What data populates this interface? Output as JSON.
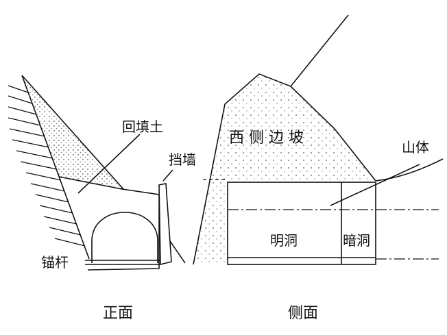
{
  "labels": {
    "backfill": "回填土",
    "retaining_wall": "挡墙",
    "west_slope": "西 侧 边 坡",
    "mountain": "山体",
    "open_cut_tunnel": "明洞",
    "concealed_tunnel": "暗洞",
    "anchor_bolt": "锚杆",
    "front_view": "正面",
    "side_view": "侧面"
  },
  "colors": {
    "line": "#111111",
    "fill_dots": "#555555",
    "background": "#ffffff"
  }
}
